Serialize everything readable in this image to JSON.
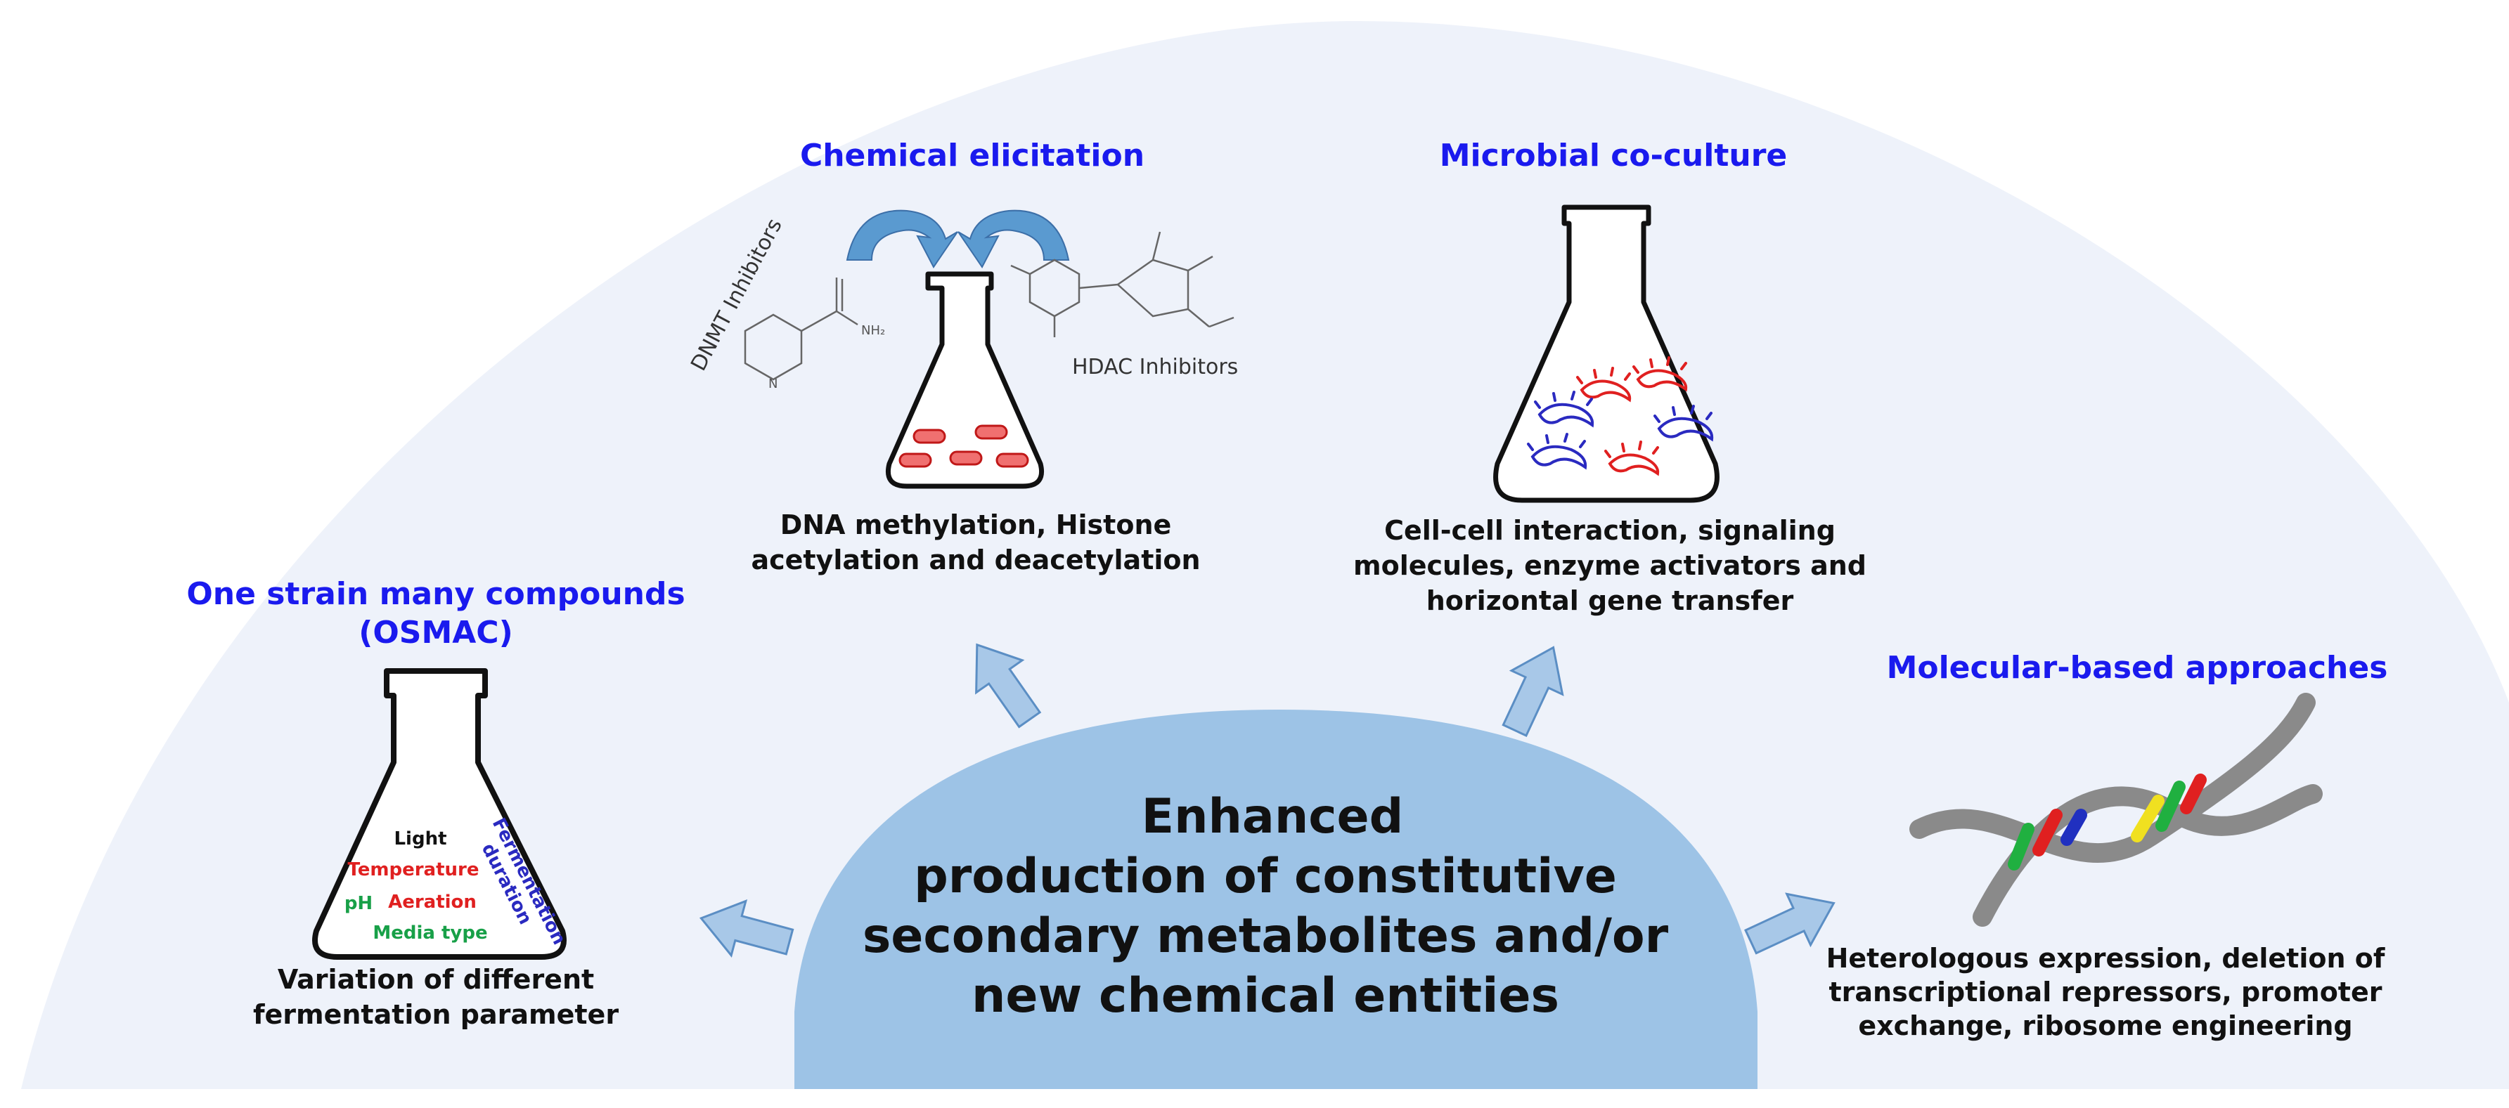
{
  "colors": {
    "background_dome": "#eef2fa",
    "center_dome": "#9dc3e6",
    "arrow": "#a8c8e8",
    "heading": "#1a1aee",
    "bacteria_red": "#e02020",
    "bacteria_blue": "#2a2ac0"
  },
  "center": {
    "lines": [
      "Enhanced",
      "production of constitutive",
      "secondary metabolites and/or",
      "new chemical entities"
    ]
  },
  "osmac": {
    "title_lines": [
      "One strain many compounds",
      "(OSMAC)"
    ],
    "params": {
      "light": "Light",
      "temperature": "Temperature",
      "aeration": "Aeration",
      "ph": "pH",
      "media_type": "Media type",
      "fermentation": "Fermentation",
      "duration": "duration"
    },
    "desc_lines": [
      "Variation of different",
      "fermentation parameter"
    ]
  },
  "chemical": {
    "title": "Chemical elicitation",
    "dnmt_label": "DNMT Inhibitors",
    "hdac_label": "HDAC Inhibitors",
    "nh2_label": "NH₂",
    "n_label": "N",
    "desc_lines": [
      "DNA methylation, Histone",
      "acetylation and deacetylation"
    ]
  },
  "coculture": {
    "title": "Microbial co-culture",
    "desc_lines": [
      "Cell-cell interaction, signaling",
      "molecules, enzyme activators and",
      "horizontal gene transfer"
    ]
  },
  "molecular": {
    "title": "Molecular-based approaches",
    "desc_lines": [
      "Heterologous expression, deletion of",
      "transcriptional repressors, promoter",
      "exchange, ribosome engineering"
    ]
  },
  "icons": [
    "flask-icon",
    "dna-icon",
    "bacteria-icon",
    "curved-arrow-icon",
    "block-arrow-icon",
    "molecule-icon"
  ]
}
